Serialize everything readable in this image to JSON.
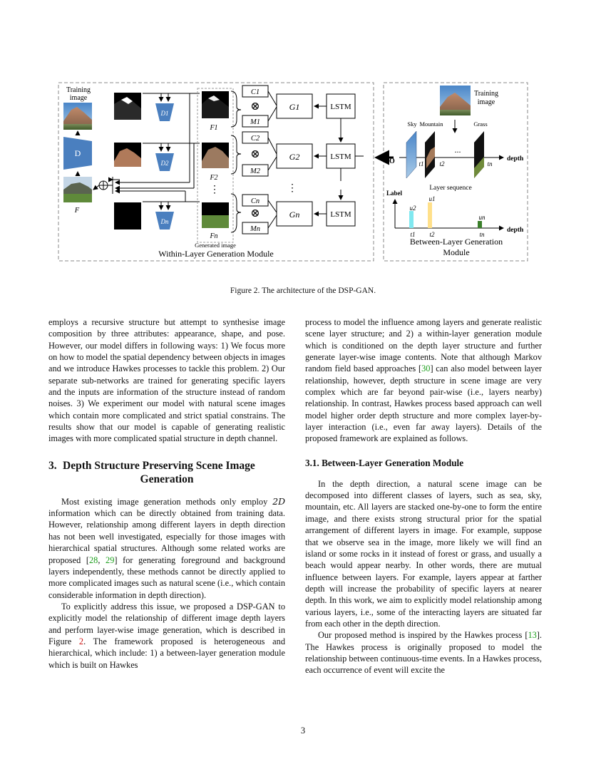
{
  "figure": {
    "labels": {
      "training_image_left": [
        "Training",
        "image"
      ],
      "d_main": "D",
      "f_label": "F",
      "d1": "D1",
      "d2": "D2",
      "dn": "Dn",
      "f1": "F1",
      "f2": "F2",
      "fn": "Fn",
      "generated_image": "Generated image",
      "c1": "C1",
      "c2": "C2",
      "cn": "Cn",
      "m1": "M1",
      "m2": "M2",
      "mn": "Mn",
      "g1": "G1",
      "g2": "G2",
      "gn": "Gn",
      "lstm": "LSTM",
      "otimes": "⊗",
      "oplus": "⊕",
      "vdots": "⋮",
      "within_module": "Within-Layer Generation Module",
      "training_image_right": [
        "Training",
        "image"
      ],
      "sky": "Sky",
      "mountain": "Mountain",
      "grass": "Grass",
      "ellipsis": "...",
      "origin": "O",
      "t1": "t1",
      "t2": "t2",
      "tn": "tn",
      "depth": "depth",
      "layer_sequence": "Layer sequence",
      "label_axis": "Label",
      "u1": "u1",
      "u2": "u2",
      "un": "un",
      "between_module": [
        "Between-Layer Generation",
        "Module"
      ]
    },
    "colors": {
      "d_block": "#4a7fbf",
      "bar_u1": "#ffe08a",
      "bar_u2": "#80e8f0",
      "bar_un": "#3a7f2a"
    }
  },
  "caption": "Figure 2. The architecture of the DSP-GAN.",
  "left_column": {
    "p1": "employs a recursive structure but attempt to synthesise image composition by three attributes: appearance, shape, and pose. However, our model differs in following ways: 1) We focus more on how to model the spatial dependency between objects in images and we introduce Hawkes processes to tackle this problem. 2) Our separate sub-networks are trained for generating specific layers and the inputs are information of the structure instead of random noises. 3) We experiment our model with natural scene images which contain more complicated and strict spatial constrains. The results show that our model is capable of generating realistic images with more complicated spatial structure in depth channel.",
    "section_number": "3.",
    "section_title_1": "Depth Structure Preserving Scene Image",
    "section_title_2": "Generation",
    "p2_a": "Most existing image generation methods only employ ",
    "p2_math": "2D",
    "p2_b": " information which can be directly obtained from training data. However, relationship among different layers in depth direction has not been well investigated, especially for those images with hierarchical spatial structures. Although some related works are proposed [",
    "cite_28": "28",
    "p2_sep": ", ",
    "cite_29": "29",
    "p2_c": "] for generating foreground and background layers independently, these methods cannot be directly applied to more complicated images such as natural scene (i.e., which contain considerable information in depth direction).",
    "p3_a": "To explicitly address this issue, we proposed a DSP-GAN to explicitly model the relationship of different image depth layers and perform layer-wise image generation, which is described in Figure ",
    "fig_ref": "2",
    "p3_b": ". The framework proposed is heterogeneous and hierarchical, which include: 1) a between-layer generation module which is built on Hawkes"
  },
  "right_column": {
    "p1_a": "process to model the influence among layers and generate realistic scene layer structure; and 2) a within-layer generation module which is conditioned on the depth layer structure and further generate layer-wise image contents. Note that although Markov random field based approaches [",
    "cite_30": "30",
    "p1_b": "] can also model between layer relationship, however, depth structure in scene image are very complex which are far beyond pair-wise (i.e., layers nearby) relationship. In contrast, Hawkes process based approach can well model higher order depth structure and more complex layer-by-layer interaction (i.e., even far away layers). Details of the proposed framework are explained as follows.",
    "subsection": "3.1. Between-Layer Generation Module",
    "p2": "In the depth direction, a natural scene image can be decomposed into different classes of layers, such as sea, sky, mountain, etc. All layers are stacked one-by-one to form the entire image, and there exists strong structural prior for the spatial arrangement of different layers in image. For example, suppose that we observe sea in the image, more likely we will find an island or some rocks in it instead of forest or grass, and usually a beach would appear nearby. In other words, there are mutual influence between layers. For example, layers appear at farther depth will increase the probability of specific layers at nearer depth. In this work, we aim to explicitly model relationship among various layers, i.e., some of the interacting layers are situated far from each other in the depth direction.",
    "p3_a": "Our proposed method is inspired by the Hawkes process [",
    "cite_13": "13",
    "p3_b": "]. The Hawkes process is originally proposed to model the relationship between continuous-time events. In a Hawkes process, each occurrence of event will excite the"
  },
  "page_number": "3"
}
